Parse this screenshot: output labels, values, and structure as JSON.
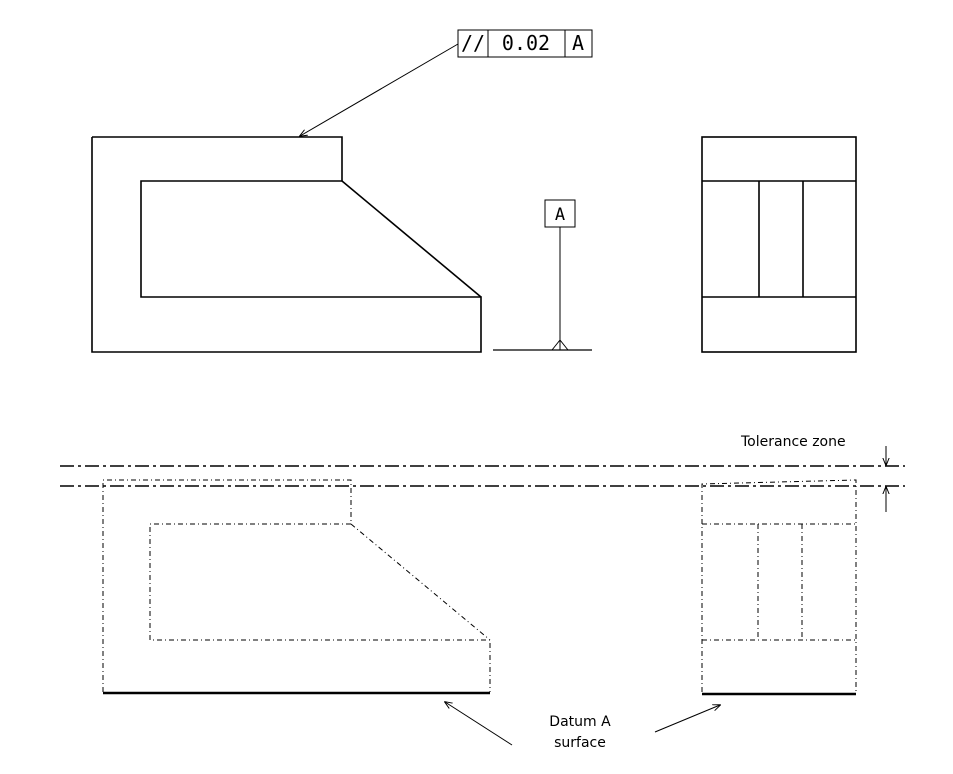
{
  "feature_control_frame": {
    "symbol": "//",
    "tolerance": "0.02",
    "datum": "A"
  },
  "datum_feature": {
    "letter": "A"
  },
  "annotations": {
    "tolerance_zone": "Tolerance zone",
    "datum_surface_line1": "Datum A",
    "datum_surface_line2": "surface"
  }
}
